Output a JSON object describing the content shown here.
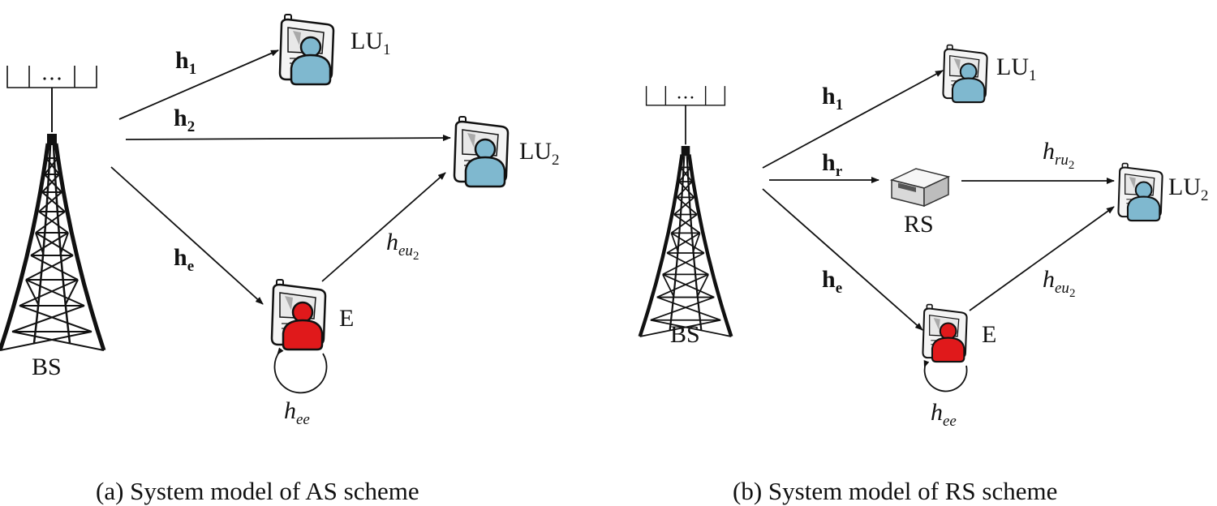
{
  "panel_a": {
    "bs_label": "BS",
    "lu1": {
      "base": "LU",
      "sub": "1"
    },
    "lu2": {
      "base": "LU",
      "sub": "2"
    },
    "e_label": "E",
    "h1": {
      "base": "h",
      "sub": "1"
    },
    "h2": {
      "base": "h",
      "sub": "2"
    },
    "he": {
      "base": "h",
      "sub": "e"
    },
    "heu2": {
      "base": "h",
      "sub": "eu",
      "sub2": "2"
    },
    "hee": {
      "base": "h",
      "sub": "ee"
    },
    "caption": "(a) System model of AS scheme"
  },
  "panel_b": {
    "bs_label": "BS",
    "lu1": {
      "base": "LU",
      "sub": "1"
    },
    "lu2": {
      "base": "LU",
      "sub": "2"
    },
    "rs_label": "RS",
    "e_label": "E",
    "h1": {
      "base": "h",
      "sub": "1"
    },
    "hr": {
      "base": "h",
      "sub": "r"
    },
    "he": {
      "base": "h",
      "sub": "e"
    },
    "hru2": {
      "base": "h",
      "sub": "ru",
      "sub2": "2"
    },
    "heu2": {
      "base": "h",
      "sub": "eu",
      "sub2": "2"
    },
    "hee": {
      "base": "h",
      "sub": "ee"
    },
    "caption": "(b) System model of RS scheme"
  },
  "colors": {
    "legit_user": "#7fb8cf",
    "eavesdropper": "#e0191b",
    "line": "#111111"
  },
  "icons": {
    "base_station": "antenna-tower-icon",
    "legit_user": "user-phone-icon",
    "eavesdropper": "eavesdropper-phone-icon",
    "relay": "relay-station-icon"
  }
}
